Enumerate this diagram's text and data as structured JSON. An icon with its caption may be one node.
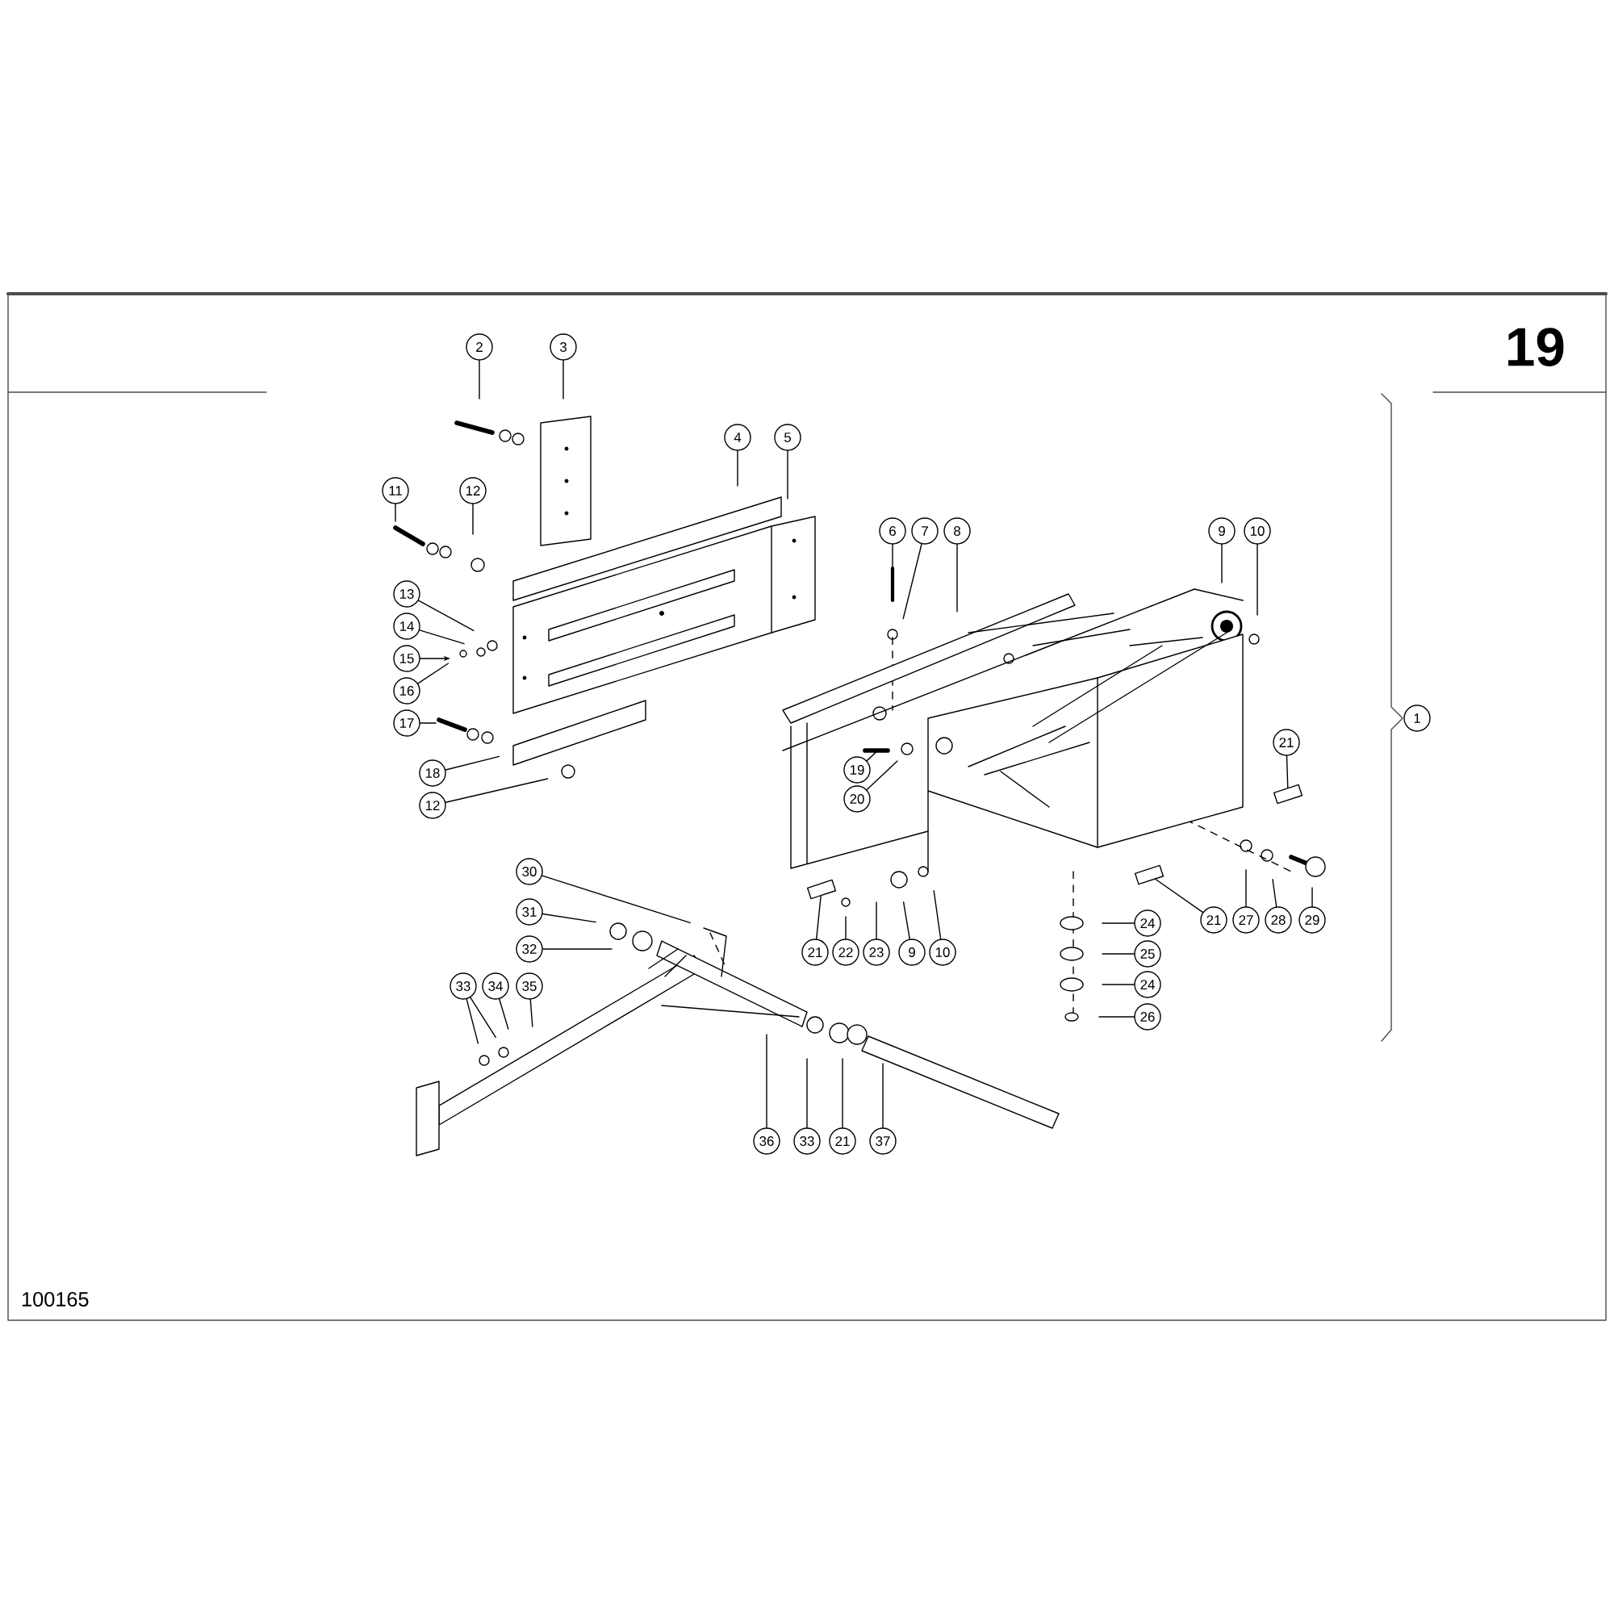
{
  "diagram": {
    "nodes": [
      {
        "text": [
          "2"
        ]
      },
      {
        "text": [
          "3"
        ]
      },
      {
        "text": [
          "4"
        ]
      },
      {
        "text": [
          "5"
        ]
      },
      {
        "text": [
          "11"
        ]
      },
      {
        "text": [
          "12"
        ]
      },
      {
        "text": [
          "13"
        ]
      },
      {
        "text": [
          "14"
        ]
      },
      {
        "text": [
          "15"
        ]
      },
      {
        "text": [
          "16"
        ]
      },
      {
        "text": [
          "17"
        ]
      },
      {
        "text": [
          "18"
        ]
      },
      {
        "text": [
          "12"
        ]
      },
      {
        "text": [
          "6"
        ]
      },
      {
        "text": [
          "7"
        ]
      },
      {
        "text": [
          "8"
        ]
      },
      {
        "text": [
          "9"
        ]
      },
      {
        "text": [
          "10"
        ]
      },
      {
        "text": [
          "19"
        ]
      },
      {
        "text": [
          "20"
        ]
      },
      {
        "text": [
          "21"
        ]
      },
      {
        "text": [
          "21"
        ]
      },
      {
        "text": [
          "22"
        ]
      },
      {
        "text": [
          "23"
        ]
      },
      {
        "text": [
          "9"
        ]
      },
      {
        "text": [
          "10"
        ]
      },
      {
        "text": [
          "24"
        ]
      },
      {
        "text": [
          "25"
        ]
      },
      {
        "text": [
          "24"
        ]
      },
      {
        "text": [
          "26"
        ]
      },
      {
        "text": [
          "21"
        ]
      },
      {
        "text": [
          "27"
        ]
      },
      {
        "text": [
          "28"
        ]
      },
      {
        "text": [
          "29"
        ]
      },
      {
        "text": [
          "30"
        ]
      },
      {
        "text": [
          "31"
        ]
      },
      {
        "text": [
          "32"
        ]
      },
      {
        "text": [
          "33"
        ]
      },
      {
        "text": [
          "34"
        ]
      },
      {
        "text": [
          "35"
        ]
      },
      {
        "text": [
          "36"
        ]
      },
      {
        "text": [
          "33"
        ]
      },
      {
        "text": [
          "21"
        ]
      },
      {
        "text": [
          "37"
        ]
      },
      {
        "text": [
          "1"
        ]
      },
      {
        "text": [],
        "shape": "box"
      },
      {
        "text": [],
        "shape": "box"
      },
      {
        "text": [],
        "shape": "box"
      }
    ],
    "edges": [
      {
        "from": 0,
        "to": null,
        "arrow": "none"
      },
      {
        "from": 1,
        "to": null,
        "arrow": "none"
      },
      {
        "from": 2,
        "to": null,
        "arrow": "none"
      },
      {
        "from": 3,
        "to": null,
        "arrow": "none"
      },
      {
        "from": 4,
        "to": null,
        "arrow": "none"
      },
      {
        "from": 5,
        "to": null,
        "arrow": "none"
      },
      {
        "from": 6,
        "to": null,
        "arrow": "none"
      },
      {
        "from": 7,
        "to": null,
        "arrow": "none"
      },
      {
        "from": 8,
        "to": null,
        "arrow": "to"
      },
      {
        "from": 9,
        "to": null,
        "arrow": "none"
      },
      {
        "from": 10,
        "to": null,
        "arrow": "none"
      },
      {
        "from": 11,
        "to": null,
        "arrow": "none"
      },
      {
        "from": 12,
        "to": null,
        "arrow": "none"
      },
      {
        "from": 13,
        "to": null,
        "arrow": "none"
      },
      {
        "from": 14,
        "to": null,
        "arrow": "none"
      },
      {
        "from": 15,
        "to": null,
        "arrow": "none"
      },
      {
        "from": 16,
        "to": null,
        "arrow": "none"
      },
      {
        "from": 17,
        "to": null,
        "arrow": "none"
      },
      {
        "from": 18,
        "to": null,
        "arrow": "none"
      },
      {
        "from": 19,
        "to": null,
        "arrow": "none"
      },
      {
        "from": 20,
        "to": 45,
        "arrow": "none"
      },
      {
        "from": 21,
        "to": 47,
        "arrow": "none"
      },
      {
        "from": 22,
        "to": null,
        "arrow": "none"
      },
      {
        "from": 23,
        "to": null,
        "arrow": "none"
      },
      {
        "from": 24,
        "to": null,
        "arrow": "none"
      },
      {
        "from": 25,
        "to": null,
        "arrow": "none"
      },
      {
        "from": 26,
        "to": null,
        "arrow": "none"
      },
      {
        "from": 27,
        "to": null,
        "arrow": "none"
      },
      {
        "from": 28,
        "to": null,
        "arrow": "none"
      },
      {
        "from": 29,
        "to": null,
        "arrow": "none"
      },
      {
        "from": 30,
        "to": 46,
        "arrow": "none"
      },
      {
        "from": 31,
        "to": null,
        "arrow": "none"
      },
      {
        "from": 32,
        "to": null,
        "arrow": "none"
      },
      {
        "from": 33,
        "to": null,
        "arrow": "none"
      },
      {
        "from": 34,
        "to": null,
        "arrow": "none"
      },
      {
        "from": 35,
        "to": null,
        "arrow": "none"
      },
      {
        "from": 36,
        "to": null,
        "arrow": "none"
      },
      {
        "from": 37,
        "to": null,
        "arrow": "none"
      },
      {
        "from": 37,
        "to": null,
        "arrow": "none"
      },
      {
        "from": 38,
        "to": null,
        "arrow": "none"
      },
      {
        "from": 39,
        "to": null,
        "arrow": "none"
      },
      {
        "from": 40,
        "to": null,
        "arrow": "none"
      },
      {
        "from": 41,
        "to": null,
        "arrow": "none"
      },
      {
        "from": 42,
        "to": null,
        "arrow": "none"
      },
      {
        "from": 43,
        "to": null,
        "arrow": "none"
      }
    ],
    "labels": [
      "19",
      "100165"
    ]
  }
}
